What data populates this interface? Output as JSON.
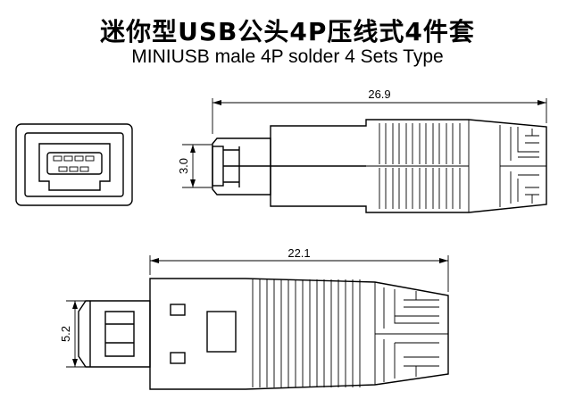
{
  "title_cn": "迷你型USB公头4P压线式4件套",
  "title_en": "MINIUSB male 4P solder 4 Sets Type",
  "dimensions": {
    "top_length": "26.9",
    "top_height": "3.0",
    "bottom_length": "22.1",
    "bottom_height": "5.2"
  }
}
